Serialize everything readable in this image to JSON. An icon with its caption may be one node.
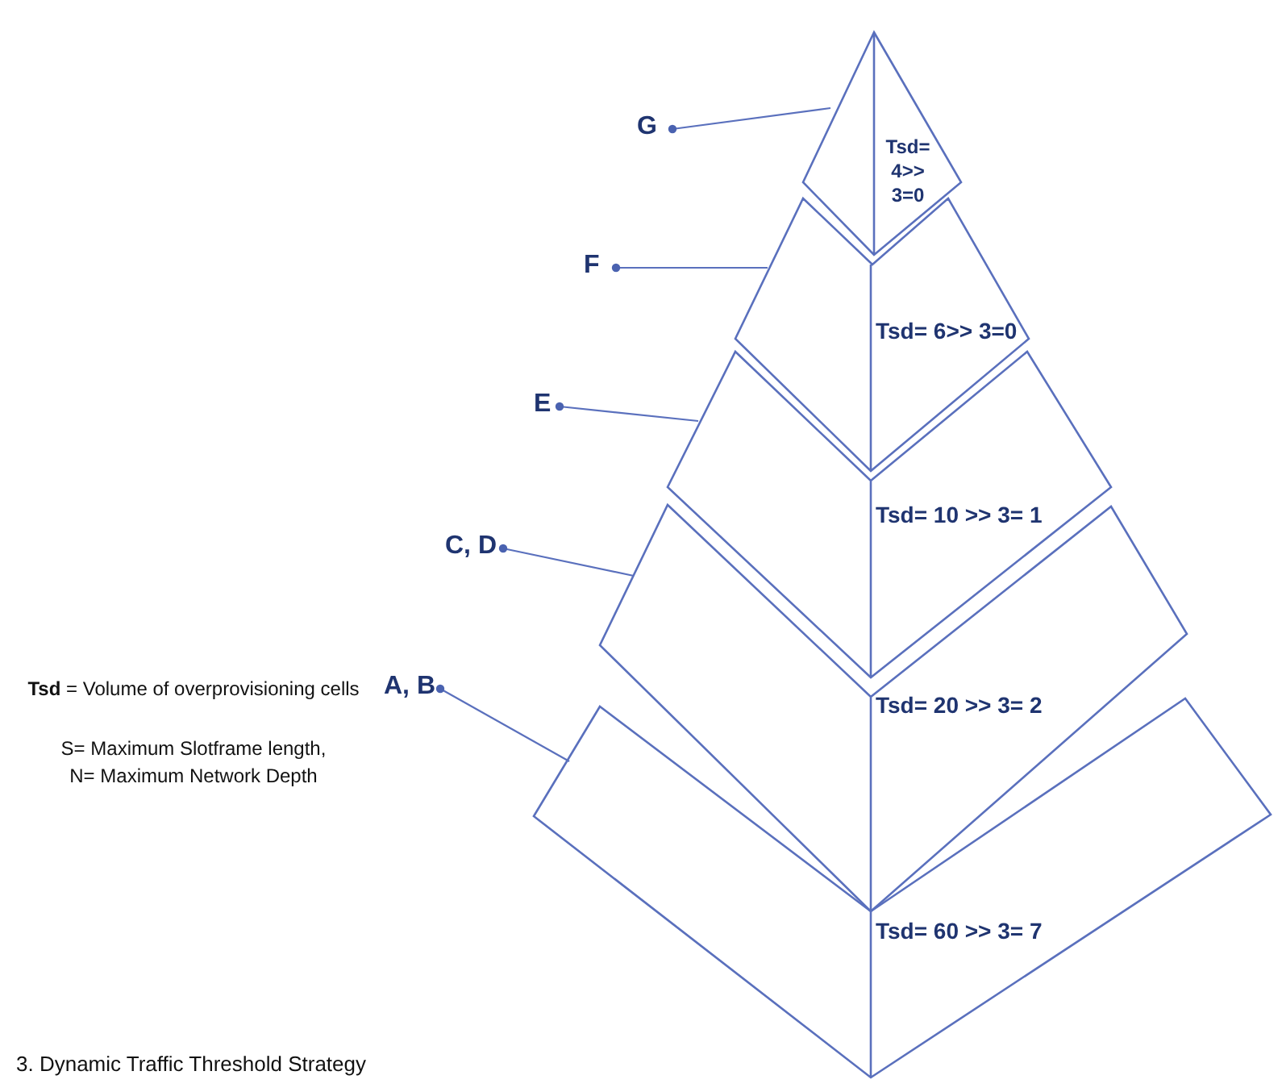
{
  "diagram": {
    "caption": "3. Dynamic Traffic Threshold Strategy",
    "nodes": [
      {
        "text": [
          "Tsd= 4>> 3=0"
        ]
      },
      {
        "text": [
          "Tsd= 6>> 3=0"
        ]
      },
      {
        "text": [
          "Tsd= 10 >> 3= 1"
        ]
      },
      {
        "text": [
          "Tsd= 20 >> 3= 2"
        ]
      },
      {
        "text": [
          "Tsd= 60 >> 3= 7"
        ]
      },
      {
        "text": [
          "G"
        ]
      },
      {
        "text": [
          "F"
        ]
      },
      {
        "text": [
          "E"
        ]
      },
      {
        "text": [
          "C, D"
        ]
      },
      {
        "text": [
          "A, B"
        ]
      }
    ],
    "edges": [
      {
        "from": 5,
        "to": 0,
        "arrow": "other"
      },
      {
        "from": 6,
        "to": 1,
        "arrow": "other"
      },
      {
        "from": 7,
        "to": 2,
        "arrow": "other"
      },
      {
        "from": 8,
        "to": 3,
        "arrow": "other"
      },
      {
        "from": 9,
        "to": 4,
        "arrow": "other"
      }
    ],
    "labels": [
      "**Tsd** = Volume of overprovisioning cells",
      "S= Maximum Slotframe length,",
      "N= Maximum Network Depth"
    ]
  }
}
